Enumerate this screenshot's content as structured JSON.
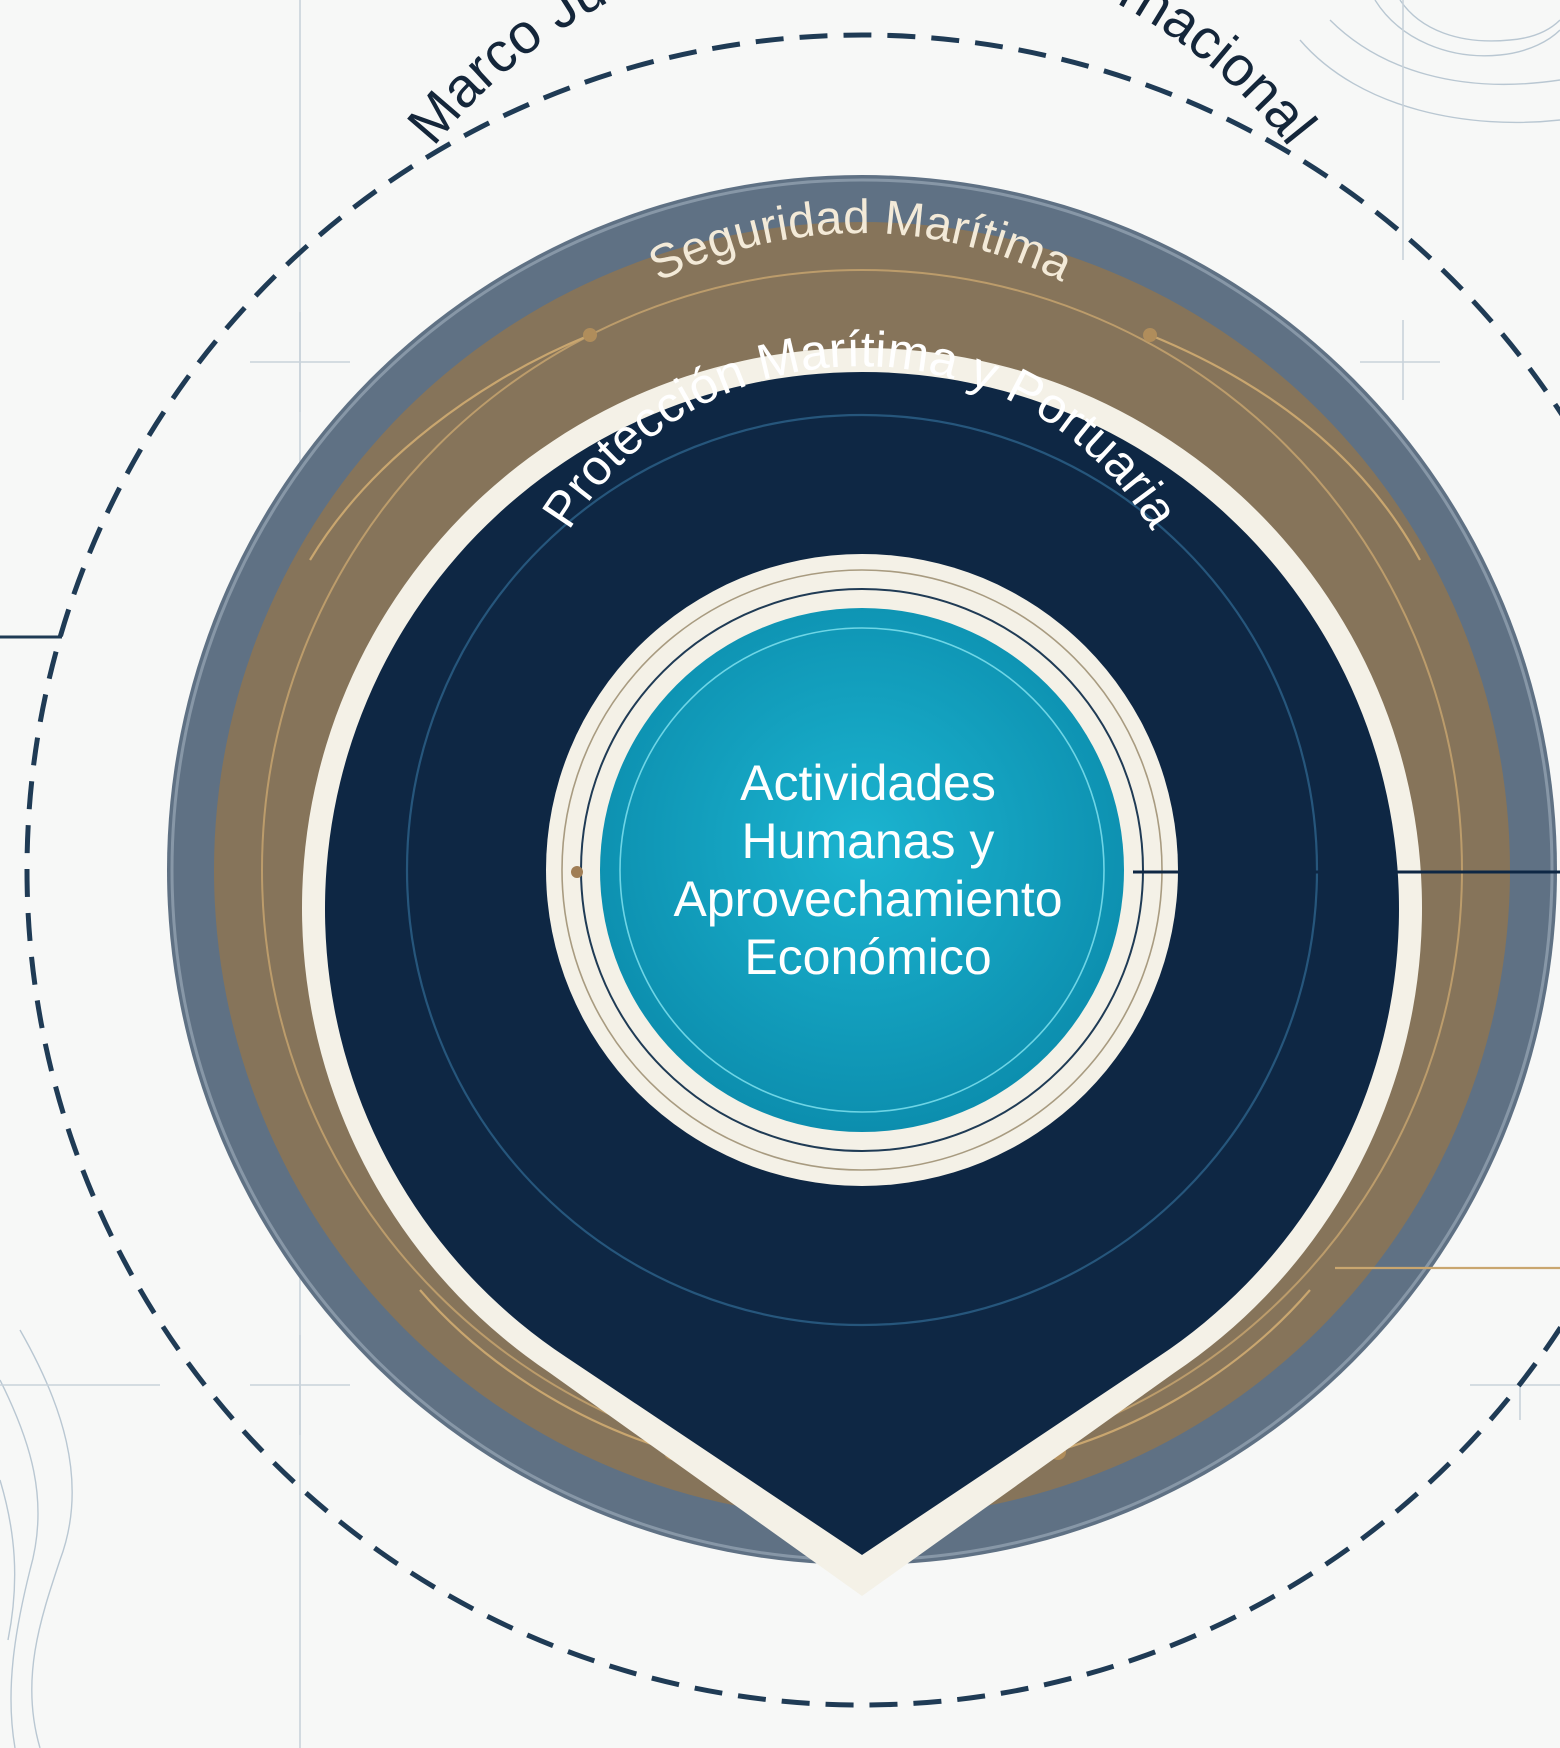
{
  "diagram": {
    "layers": [
      {
        "id": "outer",
        "label": "Marco Jurídico Nacional e Internacional"
      },
      {
        "id": "safety",
        "label": "Seguridad Marítima"
      },
      {
        "id": "protection",
        "label": "Protección Marítima y Portuaria"
      }
    ],
    "core": {
      "lines": [
        "Actividades",
        "Humanas y",
        "Aprovechamiento",
        "Económico"
      ]
    },
    "colors": {
      "background": "#f7f8f7",
      "dashed_ring": "#1f3b55",
      "slate_ring": "#5f7184",
      "gold_ring": "#86745a",
      "navy_ring": "#0e2744",
      "cream": "#f4f1e7",
      "core_fill": "#12a6c3",
      "label_light": "#ffffff",
      "label_dark": "#14263a",
      "connector": "#1f3b55",
      "gold_line": "#c9a66f"
    }
  }
}
